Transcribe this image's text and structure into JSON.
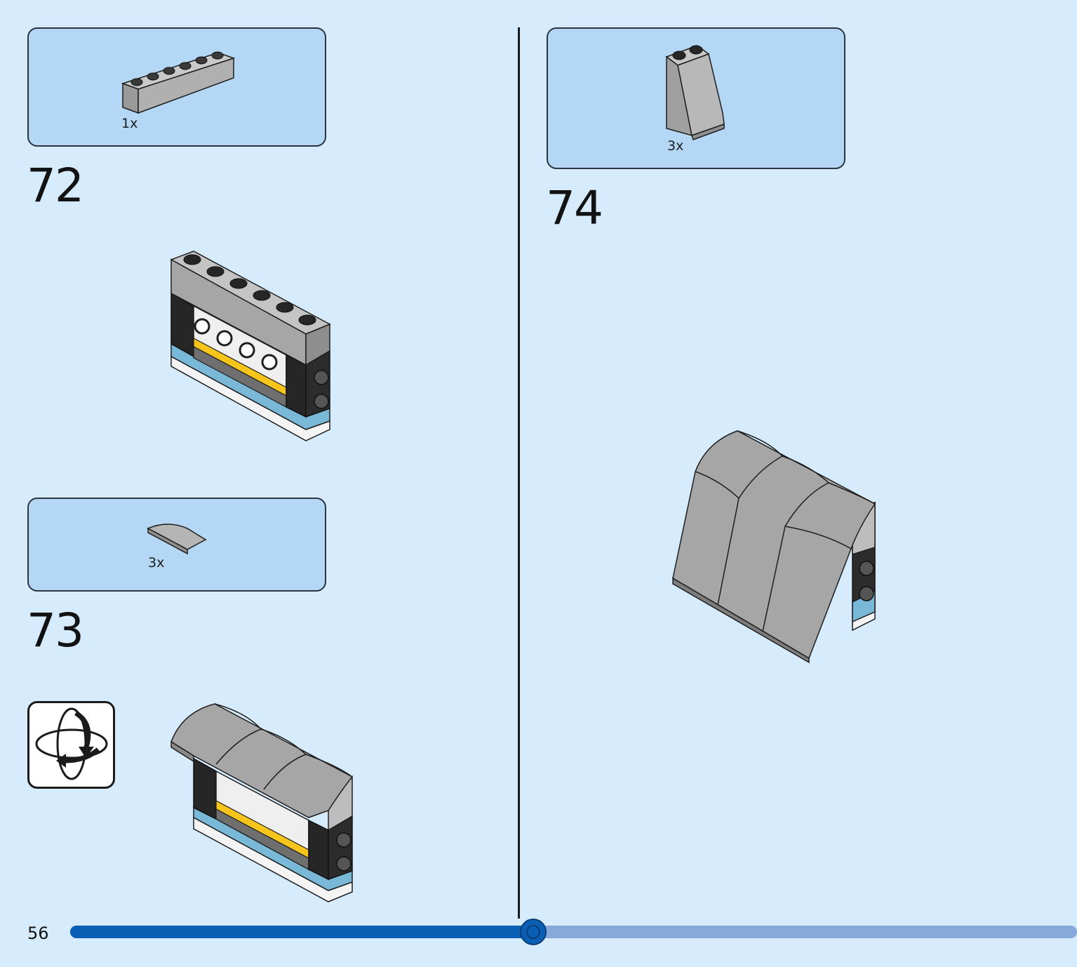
{
  "page": {
    "number": "56",
    "progress_fraction": 0.46
  },
  "steps": [
    {
      "number": "72",
      "parts": [
        {
          "qty": "1x",
          "part": "light-gray-brick-1x6"
        }
      ]
    },
    {
      "number": "73",
      "parts": [
        {
          "qty": "3x",
          "part": "light-gray-curved-slope"
        }
      ]
    },
    {
      "number": "74",
      "parts": [
        {
          "qty": "3x",
          "part": "light-gray-slope-roof-tile"
        }
      ]
    }
  ],
  "icons": {
    "rotate": "rotate-model-icon"
  },
  "colors": {
    "page_background": "#d6ecfc",
    "callout_background": "#b3d7f4",
    "brick_gray": "#a6a6a6",
    "brick_black": "#262626",
    "accent_yellow": "#f6c51c",
    "accent_light_blue": "#7ab8d8",
    "progress_done": "#0a5eb4",
    "progress_remaining": "#86a9da"
  }
}
